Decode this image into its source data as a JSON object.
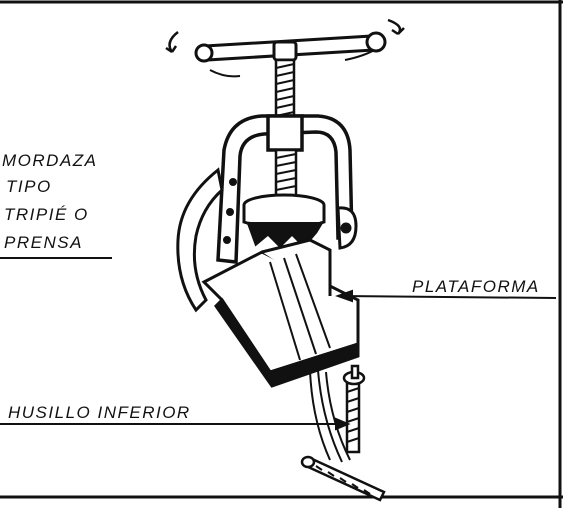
{
  "labels": {
    "mordaza_lines": [
      "MORDAZA",
      "TIPO",
      "TRIPIÉ O",
      "PRENSA"
    ],
    "plataforma": "PLATAFORMA",
    "husillo_inferior": "HUSILLO INFERIOR"
  }
}
